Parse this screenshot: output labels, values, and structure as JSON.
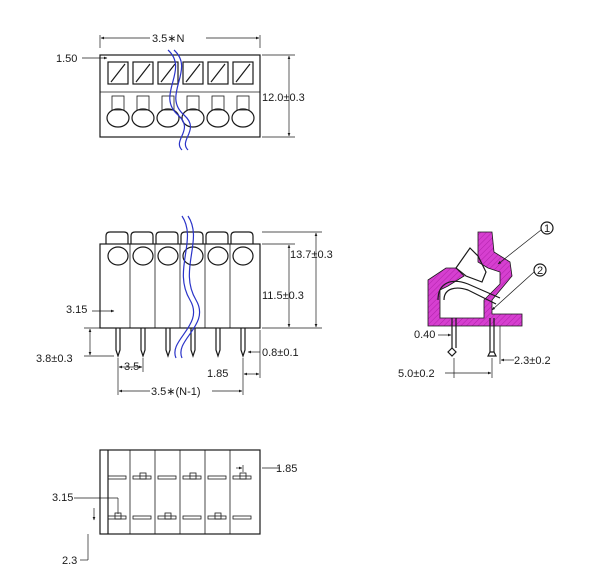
{
  "colors": {
    "line": "#1a1a1a",
    "break_line": "#2a33c8",
    "housing_section": "#d63fd0",
    "background": "#ffffff"
  },
  "top_view": {
    "width_label": "3.5∗N",
    "pin_margin_label": "1.50",
    "height_label": "12.0±0.3"
  },
  "front_view": {
    "total_height_label": "13.7±0.3",
    "body_height_label": "11.5±0.3",
    "pin_offset_label": "3.15",
    "pin_length_label": "3.8±0.3",
    "pitch_label": "3.5",
    "pin_width_label": "0.8±0.1",
    "end_offset_label": "1.85",
    "span_label": "3.5∗(N-1)"
  },
  "side_view": {
    "callout_1": "1",
    "callout_2": "2",
    "pin_thickness_label": "0.40",
    "pin_spacing_label": "5.0±0.2",
    "pin_offset_label": "2.3±0.2"
  },
  "bottom_view": {
    "end_offset_label": "1.85",
    "row_offset_label": "3.15",
    "edge_offset_label": "2.3"
  }
}
